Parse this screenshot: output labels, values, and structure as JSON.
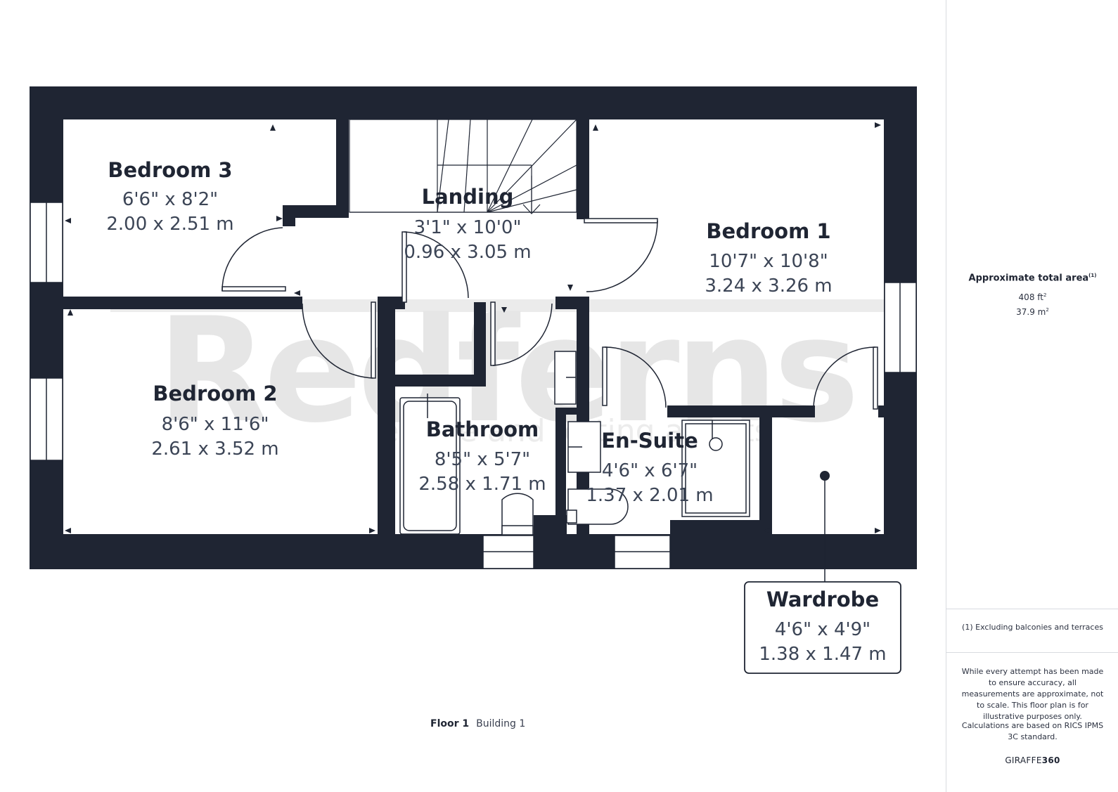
{
  "rooms": {
    "bedroom3": {
      "name": "Bedroom 3",
      "imperial": "6'6\" x 8'2\"",
      "metric": "2.00 x 2.51 m"
    },
    "landing": {
      "name": "Landing",
      "imperial": "3'1\" x 10'0\"",
      "metric": "0.96 x 3.05 m"
    },
    "bedroom1": {
      "name": "Bedroom 1",
      "imperial": "10'7\" x 10'8\"",
      "metric": "3.24 x 3.26 m"
    },
    "bedroom2": {
      "name": "Bedroom 2",
      "imperial": "8'6\" x 11'6\"",
      "metric": "2.61 x 3.52 m"
    },
    "bathroom": {
      "name": "Bathroom",
      "imperial": "8'5\" x 5'7\"",
      "metric": "2.58 x 1.71 m"
    },
    "ensuite": {
      "name": "En-Suite",
      "imperial": "4'6\" x 6'7\"",
      "metric": "1.37 x 2.01 m"
    },
    "wardrobe": {
      "name": "Wardrobe",
      "imperial": "4'6\" x 4'9\"",
      "metric": "1.38 x 1.47 m"
    }
  },
  "watermark": {
    "brand": "Redferns",
    "tagline": "estate and letting agents"
  },
  "floor_caption": {
    "floor": "Floor 1",
    "building": "Building 1"
  },
  "side_panel": {
    "area_title": "Approximate total area",
    "area_title_note": "(1)",
    "area_ft": "408 ft",
    "area_ft_unit": "2",
    "area_m": "37.9 m",
    "area_m_unit": "2",
    "footnote": "(1) Excluding balconies and terraces",
    "disclaimer": "While every attempt has been made to ensure accuracy, all measurements are approximate, not to scale. This floor plan is for illustrative purposes only.",
    "calculations": "Calculations are based on RICS IPMS 3C standard.",
    "brand_prefix": "GIRAFFE",
    "brand_suffix": "360"
  },
  "colors": {
    "wall": "#1f2533",
    "text": "#1f2533",
    "dim_text": "#3c4556",
    "watermark": "#e6e6e6",
    "background": "#ffffff"
  }
}
